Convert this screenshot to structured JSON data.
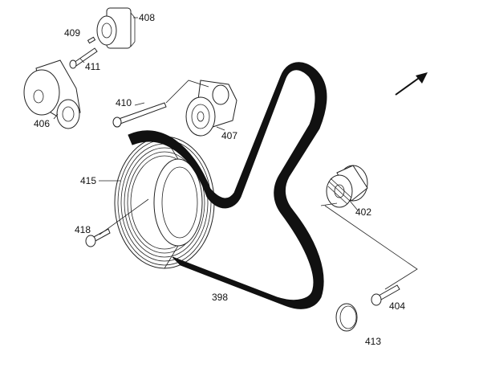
{
  "callouts": {
    "c408": "408",
    "c409": "409",
    "c411": "411",
    "c406": "406",
    "c410": "410",
    "c407": "407",
    "c415": "415",
    "c418": "418",
    "c402": "402",
    "c398": "398",
    "c404": "404",
    "c413": "413"
  },
  "colors": {
    "belt": "#111111",
    "line": "#222222"
  },
  "icons": {
    "direction": "arrow-icon"
  }
}
